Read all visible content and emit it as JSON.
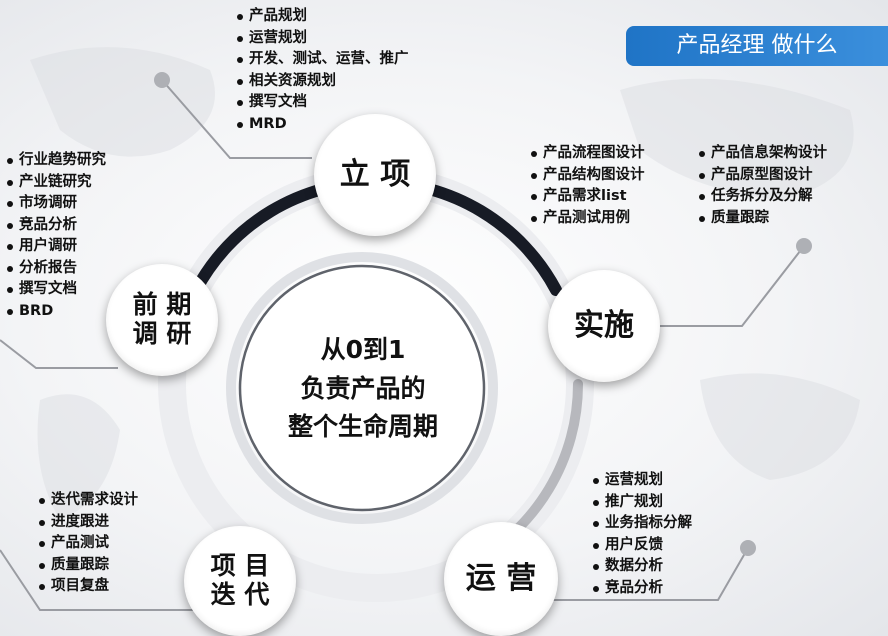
{
  "title": "产品经理 做什么",
  "center": {
    "lines": [
      "从0到1",
      "负责产品的",
      "整个生命周期"
    ]
  },
  "stages": {
    "lixiang": "立 项",
    "shishi": "实施",
    "yunying": "运 营",
    "diedai": "项 目\n迭 代",
    "diaoyan": "前 期\n调 研"
  },
  "lists": {
    "lixiang": [
      "产品规划",
      "运营规划",
      "开发、测试、运营、推广",
      "相关资源规划",
      "撰写文档",
      "MRD"
    ],
    "diaoyan": [
      "行业趋势研究",
      "产业链研究",
      "市场调研",
      "竞品分析",
      "用户调研",
      "分析报告",
      "撰写文档",
      "BRD"
    ],
    "shishi_left": [
      "产品流程图设计",
      "产品结构图设计",
      "产品需求list",
      "产品测试用例"
    ],
    "shishi_right": [
      "产品信息架构设计",
      "产品原型图设计",
      "任务拆分及分解",
      "质量跟踪"
    ],
    "yunying": [
      "运营规划",
      "推广规划",
      "业务指标分解",
      "用户反馈",
      "数据分析",
      "竞品分析"
    ],
    "diedai": [
      "迭代需求设计",
      "进度跟进",
      "产品测试",
      "质量跟踪",
      "项目复盘"
    ]
  },
  "colors": {
    "ring": "#1a1f2b",
    "ring_light": "#e9eaee",
    "connector": "#9a9ca2",
    "banner": "#2a80d0"
  }
}
